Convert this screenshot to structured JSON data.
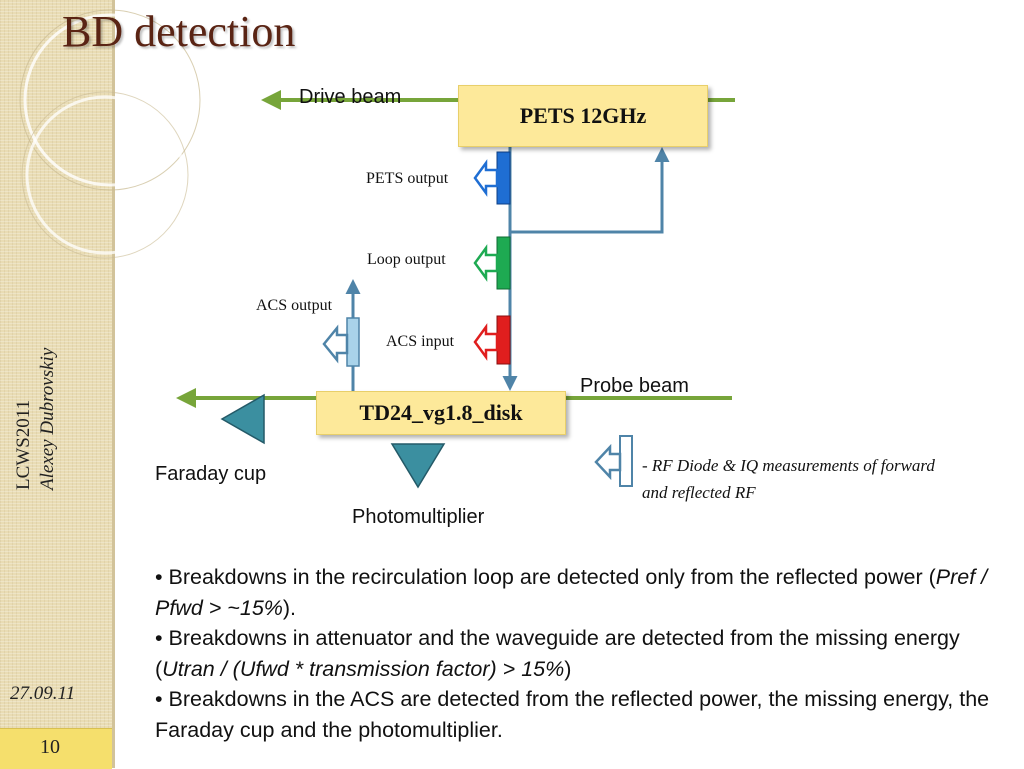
{
  "slide": {
    "title": "BD detection",
    "conference": "LCWS2011",
    "author": "Alexey Dubrovskiy",
    "date": "27.09.11",
    "page_number": "10"
  },
  "colors": {
    "beam_line": "#77a53a",
    "waveguide": "#4f84a8",
    "box_fill": "#fde99a",
    "pets_output_coupler": "#1f6ed3",
    "loop_output_coupler": "#1eaa52",
    "acs_input_coupler": "#e01e1e",
    "detector_fill": "#3b8fa0",
    "title_color": "#5a2414"
  },
  "diagram": {
    "pets_box": "PETS 12GHz",
    "structure_box": "TD24_vg1.8_disk",
    "drive_beam": "Drive beam",
    "probe_beam": "Probe beam",
    "pets_output": "PETS output",
    "loop_output": "Loop output",
    "acs_output": "ACS output",
    "acs_input": "ACS input",
    "faraday_cup": "Faraday cup",
    "photomultiplier": "Photomultiplier",
    "legend_note": "-  RF Diode & IQ measurements of forward and reflected RF"
  },
  "bullets": [
    {
      "pre": "• Breakdowns in the recirculation loop are detected only from the reflected power (",
      "italic": "Pref / Pfwd > ~15%",
      "post": ")."
    },
    {
      "pre": "• Breakdowns in attenuator and the waveguide are detected from the missing energy (",
      "italic": "Utran / (Ufwd * transmission factor)  > 15%",
      "post": ")"
    },
    {
      "pre": "• Breakdowns in the ACS are detected from the reflected power, the missing energy, the Faraday cup and the photomultiplier.",
      "italic": "",
      "post": ""
    }
  ]
}
